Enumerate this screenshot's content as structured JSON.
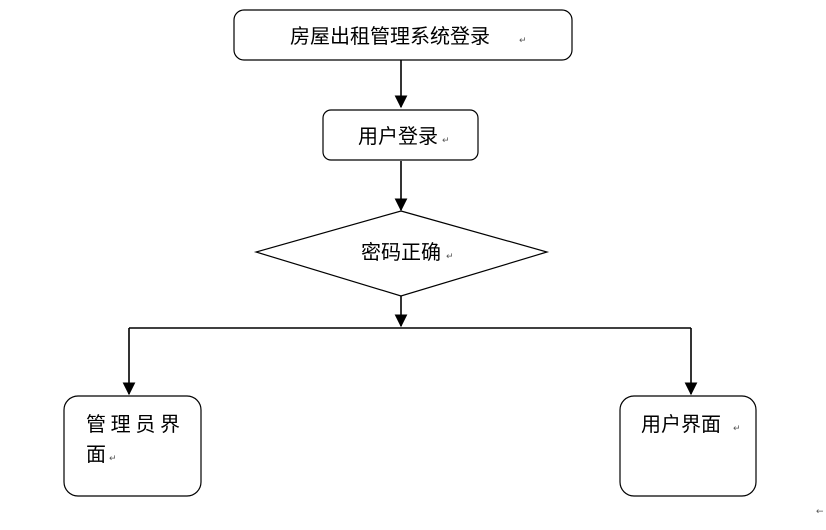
{
  "diagram": {
    "nodes": {
      "system_login": {
        "label": "房屋出租管理系统登录",
        "shape": "rounded-rect"
      },
      "user_login": {
        "label": "用户登录",
        "shape": "rounded-rect"
      },
      "password_check": {
        "label": "密码正确",
        "shape": "diamond"
      },
      "admin_interface": {
        "label_line1": "管理员界",
        "label_line2": "面",
        "shape": "rounded-rect"
      },
      "user_interface": {
        "label": "用户界面",
        "shape": "rounded-rect"
      }
    },
    "edges": [
      {
        "from": "system_login",
        "to": "user_login"
      },
      {
        "from": "user_login",
        "to": "password_check"
      },
      {
        "from": "password_check",
        "to": "admin_interface"
      },
      {
        "from": "password_check",
        "to": "user_interface"
      }
    ],
    "paragraph_mark": "↵",
    "corner_mark": "←",
    "colors": {
      "stroke": "#000000",
      "fill": "#ffffff",
      "text": "#000000"
    }
  }
}
